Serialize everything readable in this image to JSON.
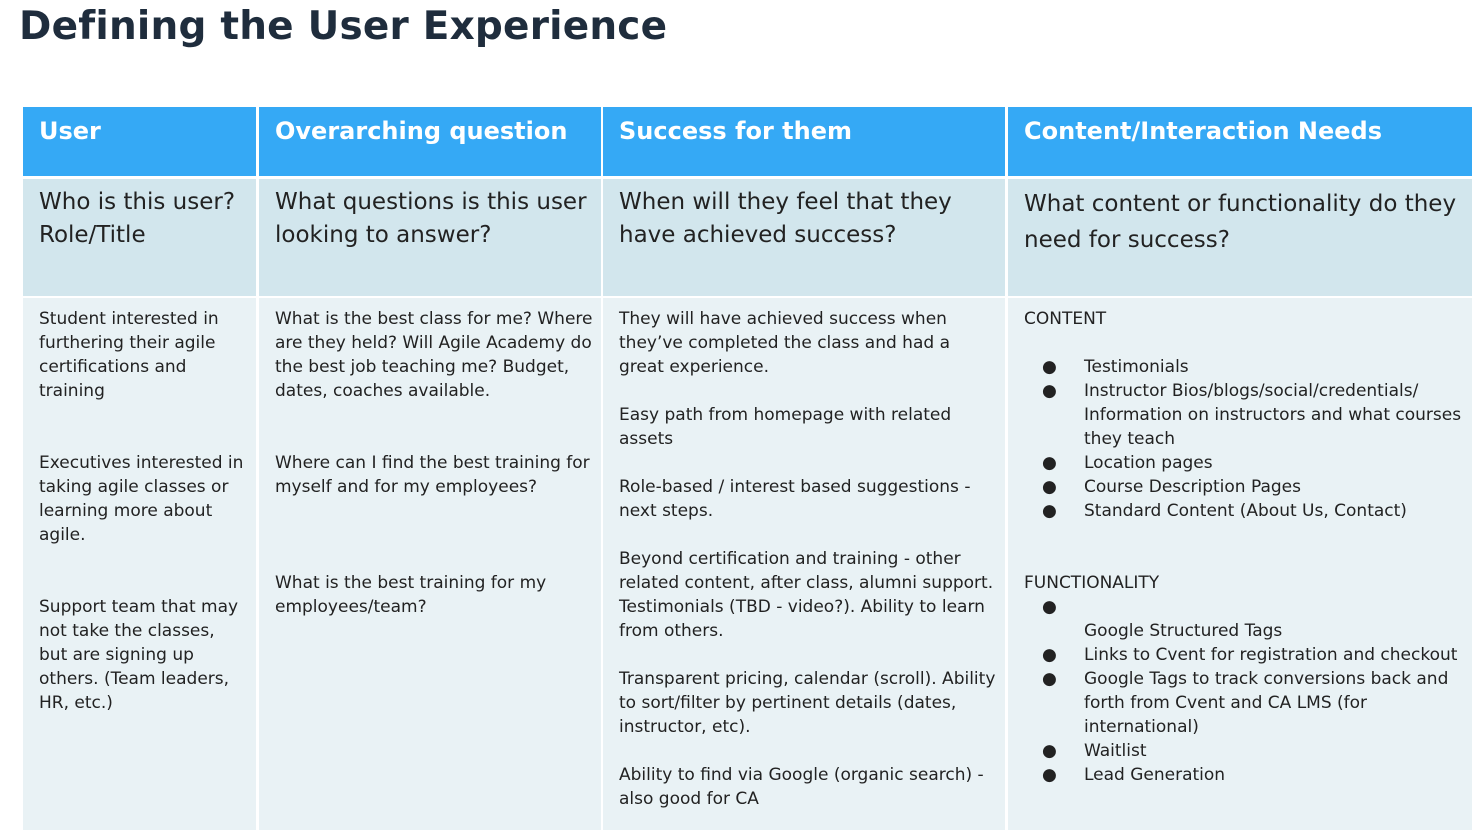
{
  "title": "Defining the User Experience",
  "headers": [
    "User",
    "Overarching question",
    "Success for them",
    "Content/Interaction Needs"
  ],
  "subheaders": [
    "Who is this user? Role/Title",
    "What questions is this user looking to answer?",
    "When will they feel that they have achieved success?",
    "What content or functionality do they need for success?"
  ],
  "users": [
    "Student interested in furthering their agile certifications and training",
    "Executives interested in taking agile classes or learning more about agile.",
    "Support team that may not take the classes, but are signing up others. (Team leaders, HR, etc.)"
  ],
  "questions": [
    "What is the best class for me? Where are they held? Will Agile Academy do the best job teaching me? Budget, dates, coaches available.",
    "Where can I find the best training for myself and for my employees?",
    "What is the best training for my employees/team?"
  ],
  "success": [
    "They will have achieved success when they’ve completed the class and had a great experience.",
    "Easy path from homepage with related assets",
    "Role-based / interest based suggestions - next steps.",
    "Beyond certification and training - other related content, after class, alumni support. Testimonials (TBD - video?). Ability to learn from others.",
    "Transparent pricing, calendar (scroll). Ability to sort/filter by pertinent details (dates, instructor, etc).",
    "Ability to find via Google (organic search) - also good for CA"
  ],
  "needs": {
    "content_label": "CONTENT",
    "content_items": [
      "Testimonials",
      "Instructor Bios/blogs/social/credentials/ Information on instructors and what courses they teach",
      "Location pages",
      "Course Description Pages",
      "Standard Content (About Us, Contact)"
    ],
    "functionality_label": "FUNCTIONALITY",
    "functionality_items": [
      "",
      "Google Structured Tags",
      "Links to Cvent for registration and checkout",
      "Google Tags to track conversions back and forth from Cvent and CA LMS (for international)",
      "Waitlist",
      "Lead Generation"
    ],
    "bullet_glyph": "●"
  },
  "colors": {
    "header_bg": "#35a9f5",
    "subheader_bg": "#d2e6ed",
    "body_bg": "#e9f2f5",
    "title": "#1f2d3d"
  }
}
